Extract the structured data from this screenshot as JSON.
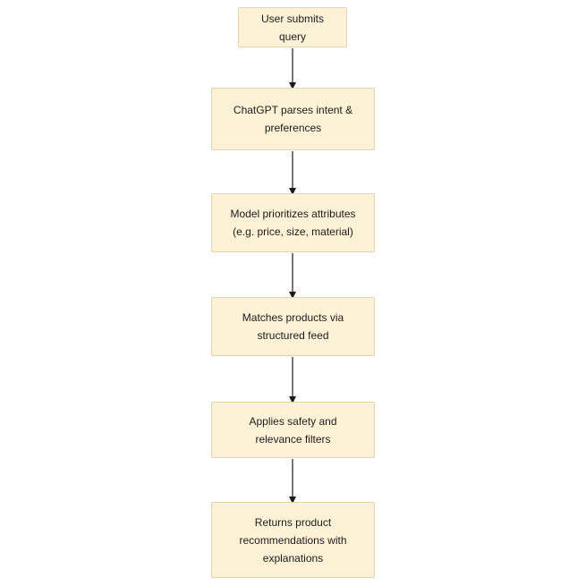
{
  "flowchart": {
    "steps": [
      {
        "label": "User submits query"
      },
      {
        "label": "ChatGPT parses intent & preferences"
      },
      {
        "label": "Model prioritizes attributes (e.g. price, size, material)"
      },
      {
        "label": "Matches products via structured feed"
      },
      {
        "label": "Applies safety and relevance filters"
      },
      {
        "label": "Returns product recommendations with explanations"
      }
    ],
    "colors": {
      "node_fill": "#fdf1d6",
      "node_border": "#e3d3b0",
      "arrow": "#1a1a1a"
    }
  }
}
